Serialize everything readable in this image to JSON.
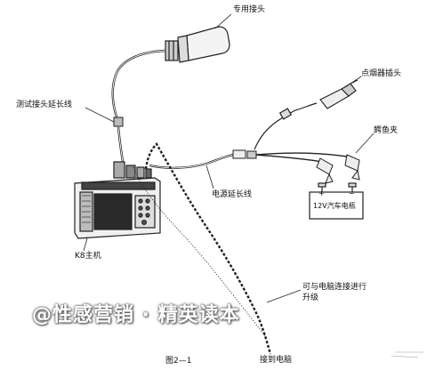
{
  "labels": {
    "special_connector": "专用接头",
    "test_extension": "测试接头延长线",
    "cig_plug": "点烟器插头",
    "clips": "鳄鱼夹",
    "power_extension": "电源延长线",
    "battery": "12V汽车电瓶",
    "host": "K8主机",
    "pc_upgrade_line1": "可与电脑连接进行",
    "pc_upgrade_line2": "升级",
    "to_pc": "接到电脑",
    "fig_caption": "图2—1",
    "watermark": "@性感营销 · 精英读本",
    "terminal_pos": "+",
    "terminal_neg": "−"
  },
  "colors": {
    "ink": "#222222",
    "screen": "#2a2a2a"
  }
}
